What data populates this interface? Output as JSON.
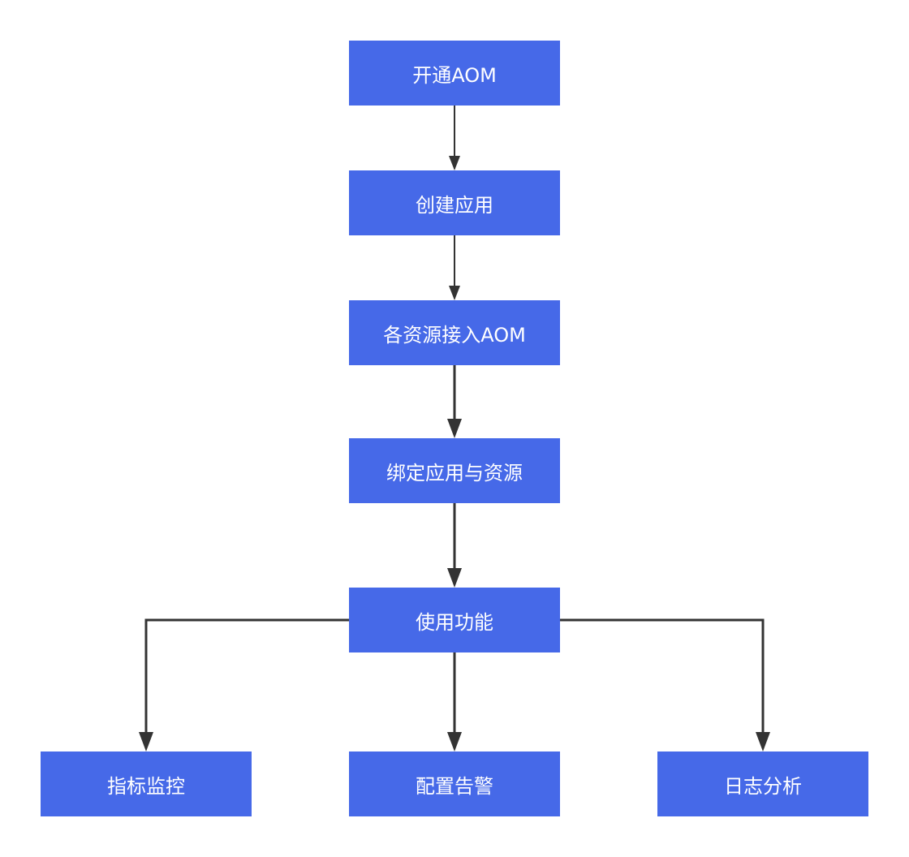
{
  "theme": {
    "node_fill": "#4669E8",
    "node_text": "#FFFFFF",
    "connector": "#333333"
  },
  "flow": {
    "nodes": {
      "open_aom": "开通AOM",
      "create_app": "创建应用",
      "connect_resources": "各资源接入AOM",
      "bind_app_resources": "绑定应用与资源",
      "use_features": "使用功能",
      "metric_monitoring": "指标监控",
      "configure_alarms": "配置告警",
      "log_analysis": "日志分析"
    },
    "edges": [
      {
        "from": "open_aom",
        "to": "create_app"
      },
      {
        "from": "create_app",
        "to": "connect_resources"
      },
      {
        "from": "connect_resources",
        "to": "bind_app_resources"
      },
      {
        "from": "bind_app_resources",
        "to": "use_features"
      },
      {
        "from": "use_features",
        "to": "metric_monitoring"
      },
      {
        "from": "use_features",
        "to": "configure_alarms"
      },
      {
        "from": "use_features",
        "to": "log_analysis"
      }
    ]
  }
}
